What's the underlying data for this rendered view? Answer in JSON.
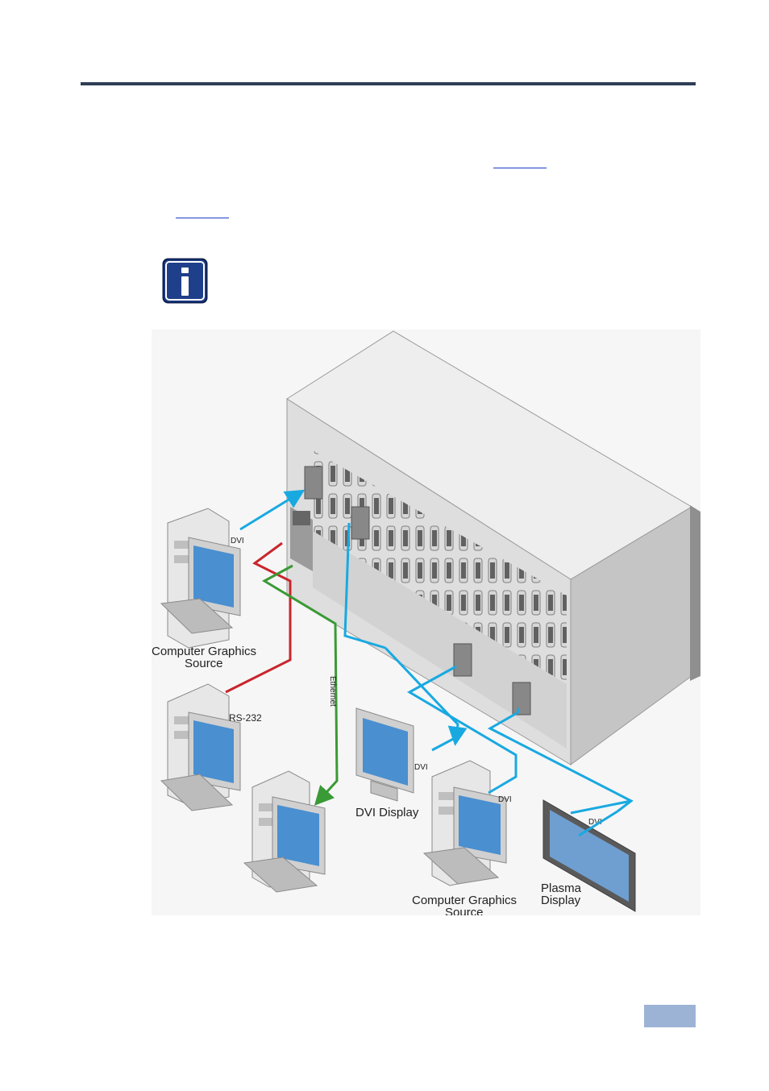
{
  "figure": {
    "labels": {
      "source_top": [
        "Computer Graphics",
        "Source"
      ],
      "source_bottom": [
        "Computer Graphics",
        "Source"
      ],
      "dvi_display": "DVI Display",
      "plasma_display": [
        "Plasma",
        "Display"
      ],
      "rs232": "RS-232",
      "ethernet": "Ethernet",
      "dvi": "DVI"
    },
    "colors": {
      "dvi_cable": "#19a9e1",
      "rs232_cable": "#c8262c",
      "ethernet_cable": "#3a9a35",
      "chassis": "#e3e3e3",
      "screen": "#4a8fd0"
    }
  }
}
